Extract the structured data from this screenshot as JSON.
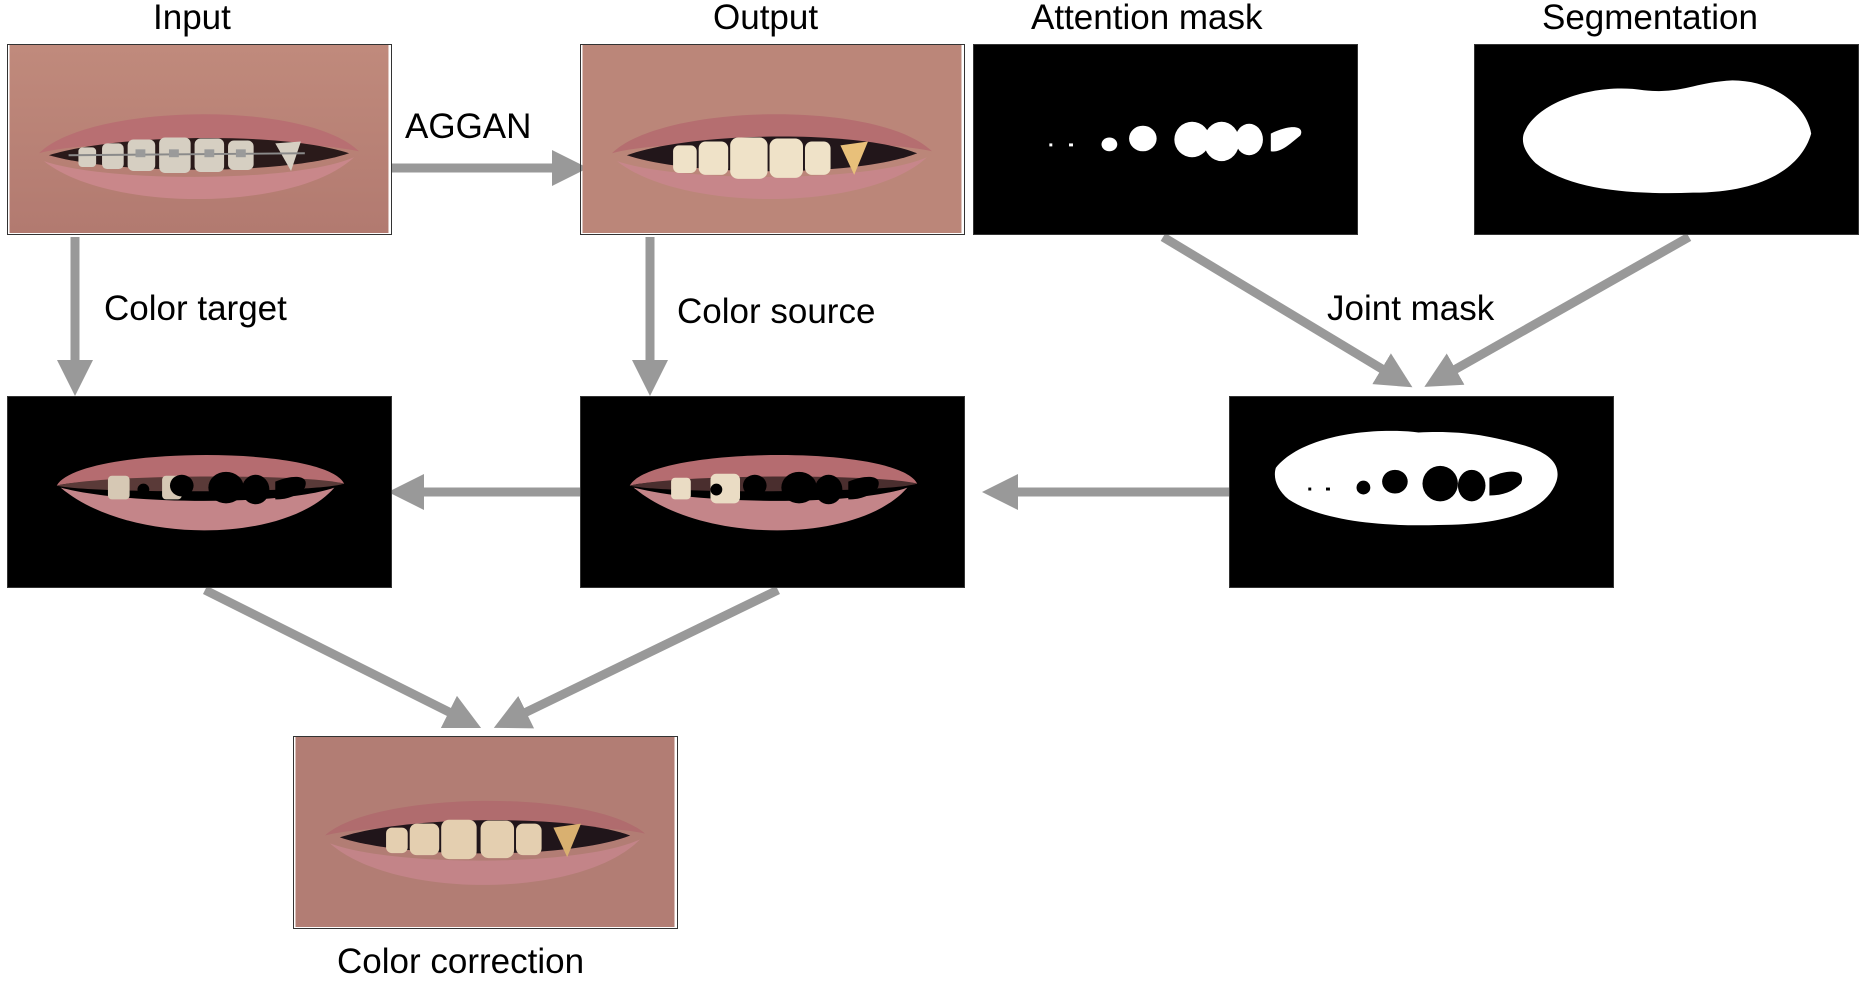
{
  "labels": {
    "input": "Input",
    "output": "Output",
    "attention_mask": "Attention mask",
    "segmentation": "Segmentation",
    "aggan": "AGGAN",
    "color_target": "Color target",
    "color_source": "Color source",
    "joint_mask": "Joint mask",
    "color_correction": "Color correction"
  },
  "colors": {
    "arrow": "#999999",
    "skin": "#b78378",
    "lip": "#bf7d7e",
    "mask_bg": "#000000",
    "mask_fg": "#ffffff"
  }
}
